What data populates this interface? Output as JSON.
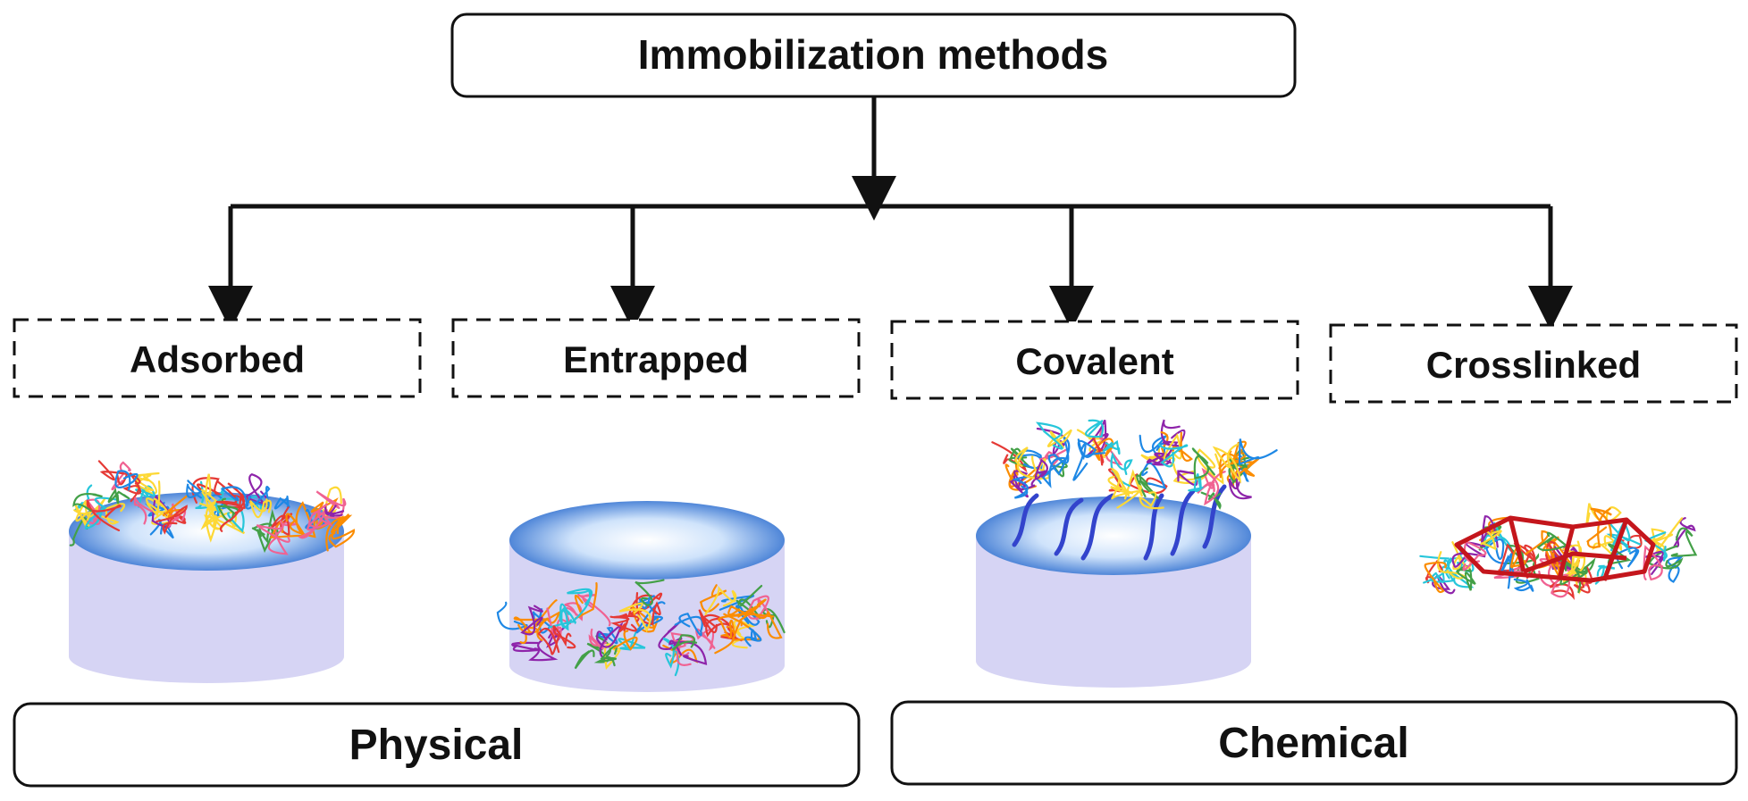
{
  "title": "Immobilization methods",
  "methods": [
    {
      "label": "Adsorbed"
    },
    {
      "label": "Entrapped"
    },
    {
      "label": "Covalent"
    },
    {
      "label": "Crosslinked"
    }
  ],
  "categories": [
    {
      "label": "Physical"
    },
    {
      "label": "Chemical"
    }
  ],
  "colors": {
    "line": "#111111",
    "support_body": "#d6d4f4",
    "support_top_edge": "#4f86d8",
    "support_top_center": "#ffffff",
    "linker": "#3344cc",
    "crosslink": "#c4161c"
  },
  "icons": [
    "enzyme-cluster",
    "support-cylinder",
    "linker-chain",
    "crosslink-network"
  ]
}
